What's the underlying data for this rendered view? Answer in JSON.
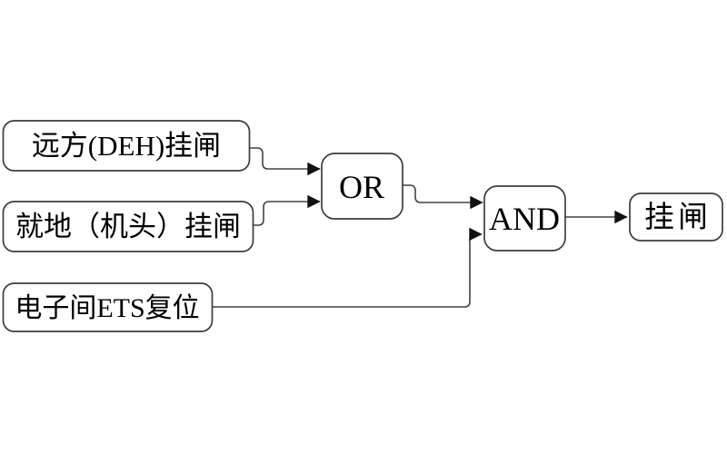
{
  "diagram": {
    "type": "logic-flow-diagram",
    "colors": {
      "background": "#ffffff",
      "box_border": "#3d3d3d",
      "line": "#444444",
      "arrowhead": "#111111",
      "text": "#000000"
    },
    "nodes": [
      {
        "id": "input-remote-deh",
        "label": "远方(DEH)挂闸",
        "role": "input"
      },
      {
        "id": "input-local-head",
        "label": "就地（机头）挂闸",
        "role": "input"
      },
      {
        "id": "input-ets-reset",
        "label": "电子间ETS复位",
        "role": "input"
      },
      {
        "id": "gate-or",
        "label": "OR",
        "role": "logic-gate"
      },
      {
        "id": "gate-and",
        "label": "AND",
        "role": "logic-gate"
      },
      {
        "id": "output-latch",
        "label": "挂闸",
        "role": "output"
      }
    ],
    "edges": [
      {
        "from": "input-remote-deh",
        "to": "gate-or"
      },
      {
        "from": "input-local-head",
        "to": "gate-or"
      },
      {
        "from": "gate-or",
        "to": "gate-and"
      },
      {
        "from": "input-ets-reset",
        "to": "gate-and"
      },
      {
        "from": "gate-and",
        "to": "output-latch"
      }
    ]
  }
}
